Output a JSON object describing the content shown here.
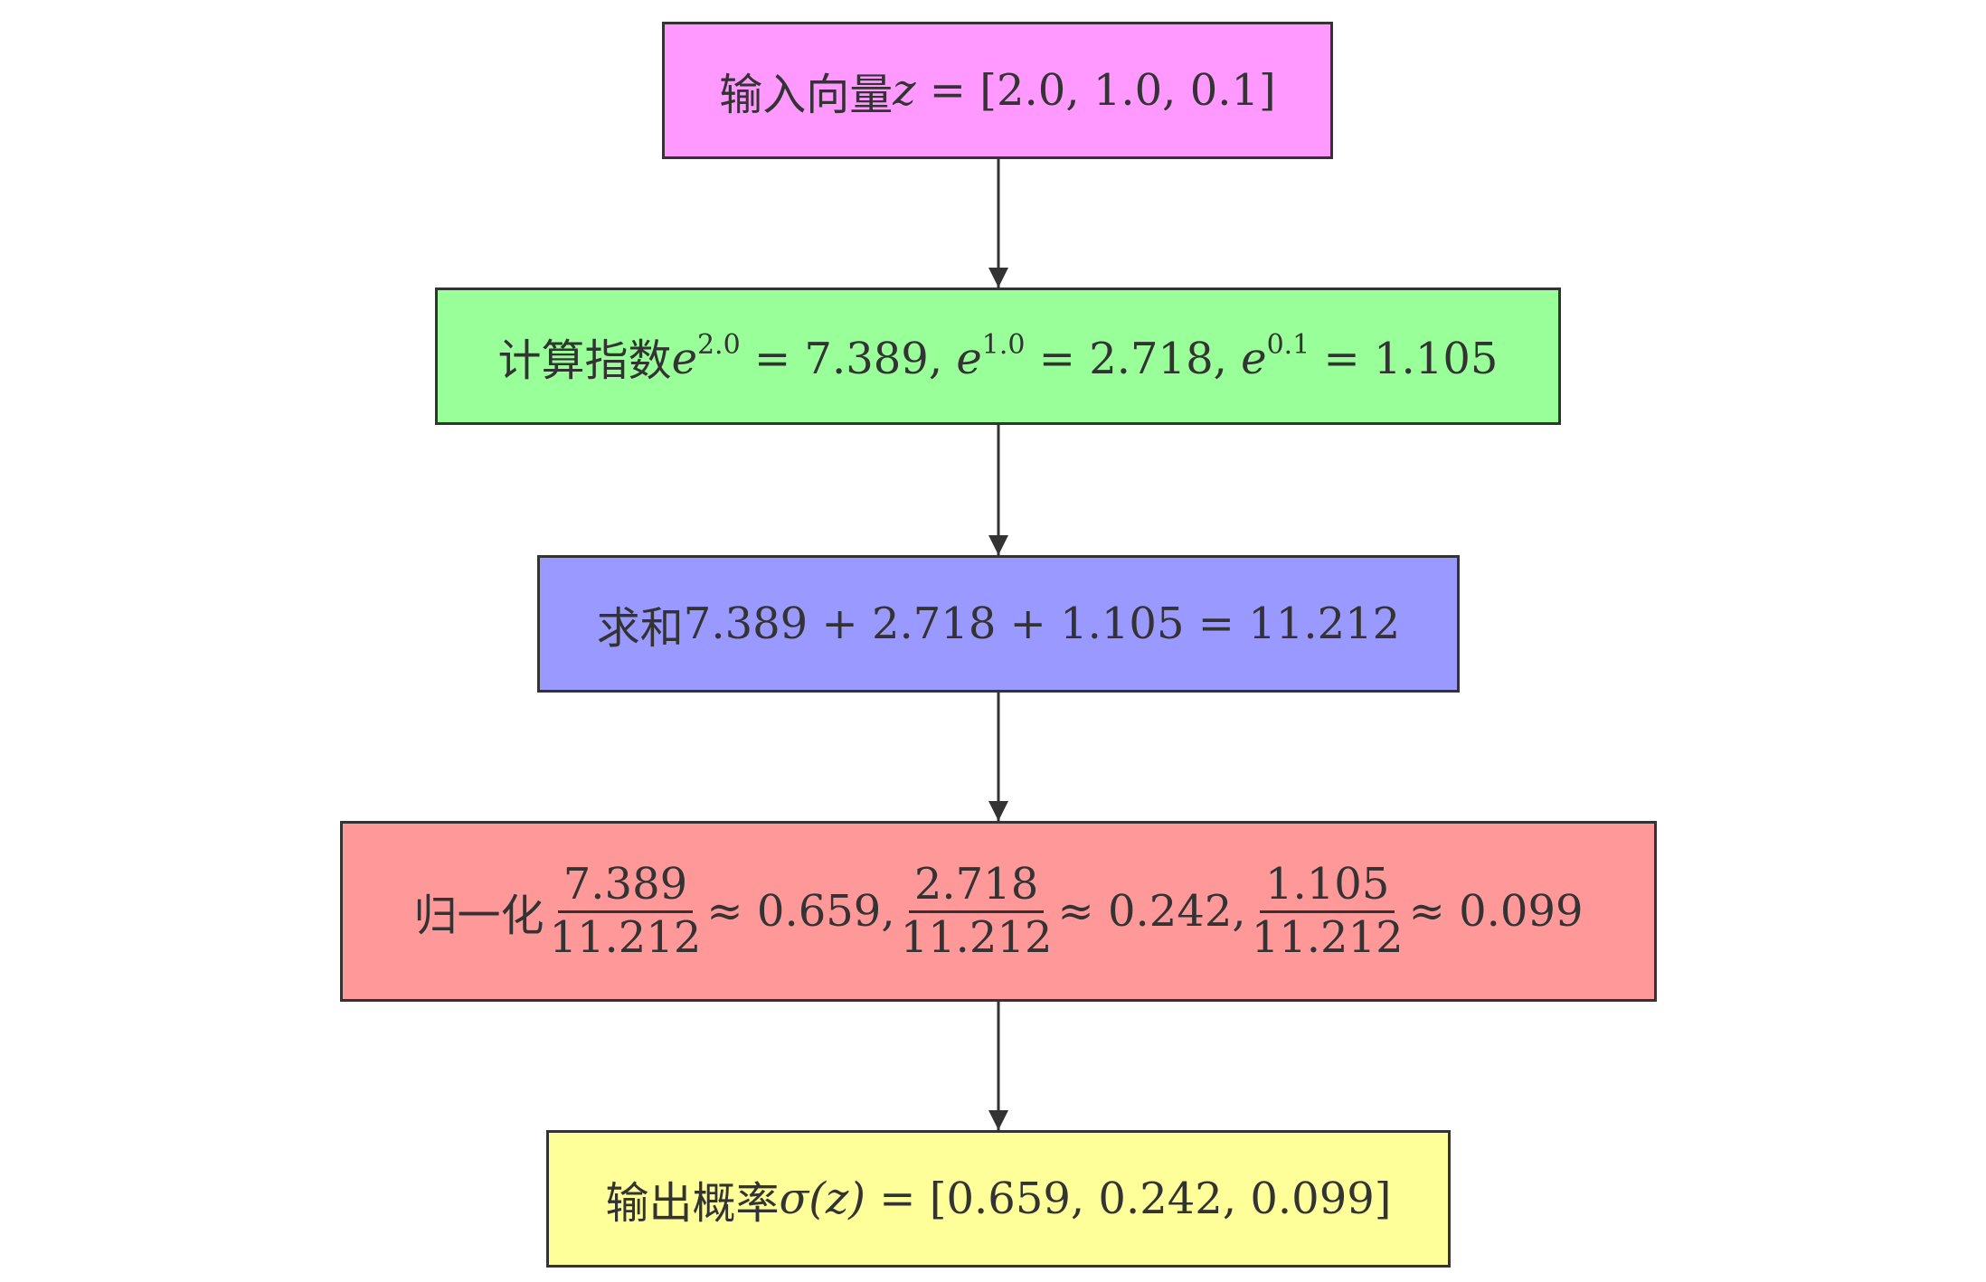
{
  "nodes": {
    "input": {
      "label": "输入向量",
      "var": "z",
      "expr": " = [2.0, 1.0, 0.1]",
      "color": "#ff99ff"
    },
    "exp": {
      "label": "计算指数",
      "terms": [
        {
          "base": "e",
          "exp": "2.0",
          "value": " = 7.389, "
        },
        {
          "base": "e",
          "exp": "1.0",
          "value": " = 2.718, "
        },
        {
          "base": "e",
          "exp": "0.1",
          "value": " = 1.105"
        }
      ],
      "color": "#99ff99"
    },
    "sum": {
      "label": "求和",
      "expr": "7.389 + 2.718 + 1.105 = 11.212",
      "color": "#9999ff"
    },
    "normalize": {
      "label": "归一化",
      "fractions": [
        {
          "num": "7.389",
          "den": "11.212",
          "approx": "≈ 0.659,"
        },
        {
          "num": "2.718",
          "den": "11.212",
          "approx": "≈ 0.242,"
        },
        {
          "num": "1.105",
          "den": "11.212",
          "approx": "≈ 0.099"
        }
      ],
      "color": "#ff9999"
    },
    "output": {
      "label": "输出概率",
      "func": "σ",
      "var": "(z)",
      "expr": " = [0.659, 0.242, 0.099]",
      "color": "#ffff99"
    }
  },
  "edge_color": "#333333"
}
